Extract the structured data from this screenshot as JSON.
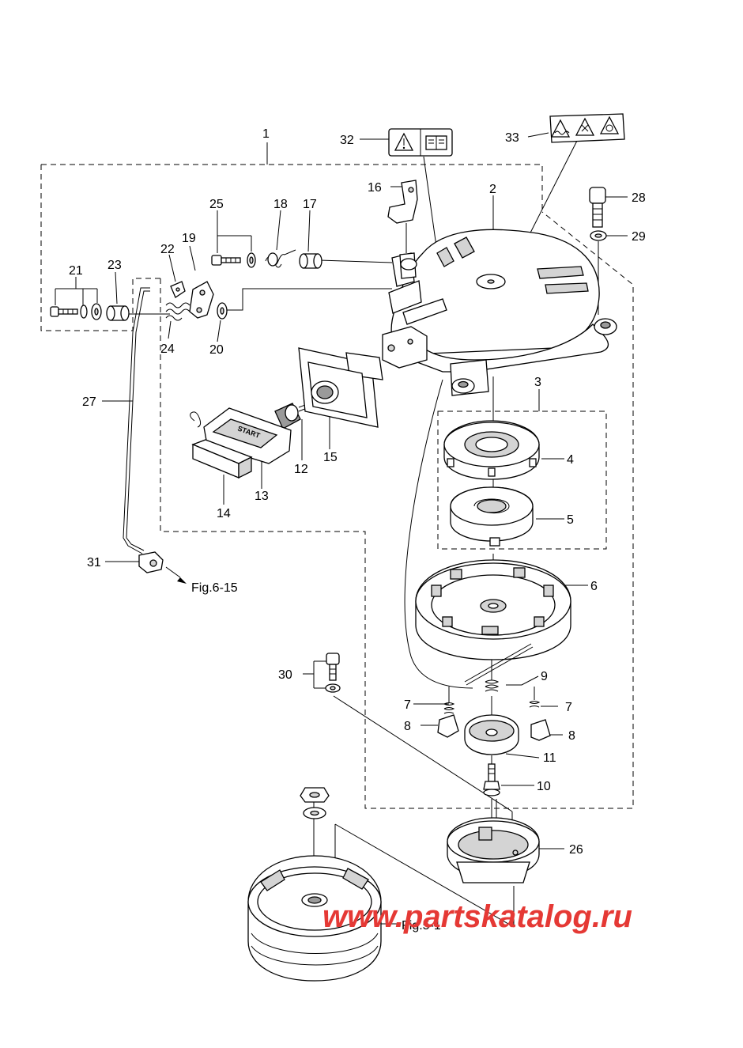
{
  "diagram": {
    "callouts": {
      "p1": "1",
      "p2": "2",
      "p3": "3",
      "p4": "4",
      "p5": "5",
      "p6": "6",
      "p7a": "7",
      "p7b": "7",
      "p8a": "8",
      "p8b": "8",
      "p9": "9",
      "p10": "10",
      "p11": "11",
      "p12": "12",
      "p13": "13",
      "p14": "14",
      "p15": "15",
      "p16": "16",
      "p17": "17",
      "p18": "18",
      "p19": "19",
      "p20": "20",
      "p21": "21",
      "p22": "22",
      "p23": "23",
      "p24": "24",
      "p25": "25",
      "p26": "26",
      "p27": "27",
      "p28": "28",
      "p29": "29",
      "p30": "30",
      "p31": "31",
      "p32": "32",
      "p33": "33"
    },
    "references": {
      "fig_6_15": "Fig.6-15",
      "fig_5_1": "Fig.5-1"
    },
    "handle_text": "START",
    "watermark": "www.partskatalog.ru",
    "colors": {
      "line": "#000000",
      "watermark": "#e53935"
    }
  }
}
